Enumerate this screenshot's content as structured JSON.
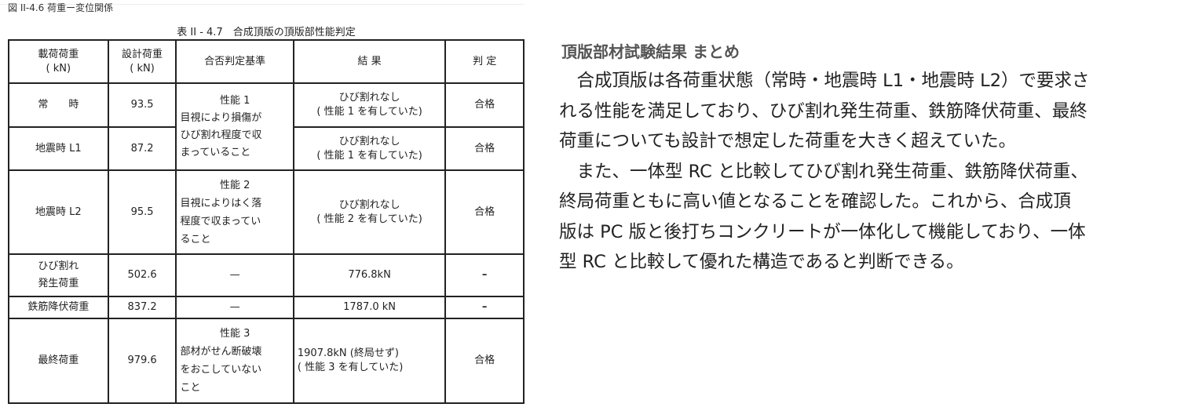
{
  "figure_caption": "図 II-4.6 荷重ー変位関係",
  "table": {
    "caption": "表 II - 4.7　合成頂版の頂版部性能判定",
    "headers": [
      [
        "載荷荷重",
        "( kN)"
      ],
      [
        "設計荷重",
        "( kN)"
      ],
      [
        "合否判定基準"
      ],
      [
        "結 果"
      ],
      [
        "判 定"
      ]
    ],
    "rows": [
      {
        "load": [
          "常　　時"
        ],
        "design": "93.5",
        "result": [
          "ひび割れなし",
          "( 性能 1 を有していた)"
        ],
        "judge": "合格"
      },
      {
        "load": [
          "地震時 L1"
        ],
        "design": "87.2",
        "result": [
          "ひび割れなし",
          "( 性能 1 を有していた)"
        ],
        "judge": "合格"
      },
      {
        "load": [
          "地震時 L2"
        ],
        "design": "95.5",
        "criteria": [
          "性能 2",
          "目視によりはく落",
          "程度で収まってい",
          "ること"
        ],
        "result": [
          "ひび割れなし",
          "( 性能 2 を有していた)"
        ],
        "judge": "合格"
      },
      {
        "load": [
          "ひび割れ",
          "発生荷重"
        ],
        "design": "502.6",
        "criteria": [
          "—"
        ],
        "result": [
          "776.8kN"
        ],
        "judge": "–"
      },
      {
        "load": [
          "鉄筋降伏荷重"
        ],
        "design": "837.2",
        "criteria": [
          "—"
        ],
        "result": [
          "1787.0 kN"
        ],
        "judge": "–"
      },
      {
        "load": [
          "最終荷重"
        ],
        "design": "979.6",
        "criteria": [
          "性能 3",
          "部材がせん断破壊",
          "をおこしていない",
          "こと"
        ],
        "result": [
          "1907.8kN (終局せず)",
          "( 性能 3 を有していた)"
        ],
        "judge": "合格"
      }
    ],
    "criteria_1": [
      "性能 1",
      "目視により損傷が",
      "ひび割れ程度で収",
      "まっていること"
    ]
  },
  "summary": {
    "heading": "頂版部材試験結果 まとめ",
    "lines": [
      "　合成頂版は各荷重状態（常時・地震時 L1・地震時 L2）で要求さ",
      "れる性能を満足しており、ひび割れ発生荷重、鉄筋降伏荷重、最終",
      "荷重についても設計で想定した荷重を大きく超えていた。",
      "　また、一体型 RC と比較してひび割れ発生荷重、鉄筋降伏荷重、",
      "終局荷重ともに高い値となることを確認した。これから、合成頂",
      "版は PC 版と後打ちコンクリートが一体化して機能しており、一体",
      "型 RC と比較して優れた構造であると判断できる。"
    ]
  }
}
